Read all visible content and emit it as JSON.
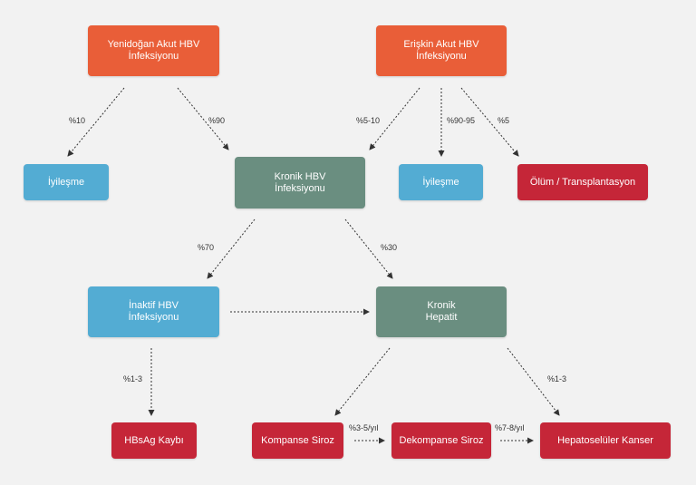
{
  "diagram": {
    "nodes": {
      "yenidogan": {
        "label": "Yenidoğan Akut HBV\nİnfeksiyonu"
      },
      "eriskin": {
        "label": "Erişkin Akut HBV\nİnfeksiyonu"
      },
      "iyilesme1": {
        "label": "İyileşme"
      },
      "kronikhbv": {
        "label": "Kronik HBV\nİnfeksiyonu"
      },
      "iyilesme2": {
        "label": "İyileşme"
      },
      "olum": {
        "label": "Ölüm / Transplantasyon"
      },
      "inaktif": {
        "label": "İnaktif HBV\nİnfeksiyonu"
      },
      "kronikhep": {
        "label": "Kronik\nHepatit"
      },
      "hbsag": {
        "label": "HBsAg Kaybı"
      },
      "kompanse": {
        "label": "Kompanse Siroz"
      },
      "dekompanse": {
        "label": "Dekompanse Siroz"
      },
      "hepato": {
        "label": "Hepatoselüler Kanser"
      }
    },
    "edges": [
      {
        "from": "yenidogan",
        "to": "iyilesme1",
        "label": "%10"
      },
      {
        "from": "yenidogan",
        "to": "kronikhbv",
        "label": "%90"
      },
      {
        "from": "eriskin",
        "to": "kronikhbv",
        "label": "%5-10"
      },
      {
        "from": "eriskin",
        "to": "iyilesme2",
        "label": "%90-95"
      },
      {
        "from": "eriskin",
        "to": "olum",
        "label": "%5"
      },
      {
        "from": "kronikhbv",
        "to": "inaktif",
        "label": "%70"
      },
      {
        "from": "kronikhbv",
        "to": "kronikhep",
        "label": "%30"
      },
      {
        "from": "inaktif",
        "to": "kronikhep",
        "label": ""
      },
      {
        "from": "inaktif",
        "to": "hbsag",
        "label": "%1-3"
      },
      {
        "from": "kronikhep",
        "to": "kompanse",
        "label": ""
      },
      {
        "from": "kronikhep",
        "to": "hepato",
        "label": "%1-3"
      },
      {
        "from": "kompanse",
        "to": "dekompanse",
        "label": "%3-5/yıl"
      },
      {
        "from": "dekompanse",
        "to": "hepato",
        "label": "%7-8/yıl"
      }
    ],
    "colors": {
      "orange": "#e95e38",
      "blue": "#53acd3",
      "green": "#6a8e80",
      "red": "#c52638",
      "edge": "#333333",
      "background": "#f2f2f2"
    }
  }
}
